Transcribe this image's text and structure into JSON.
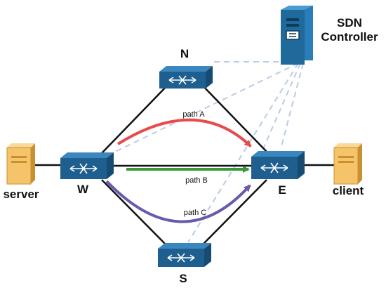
{
  "controller": {
    "line1": "SDN",
    "line2": "Controller",
    "icon": "server-tower-icon"
  },
  "nodes": {
    "north": "N",
    "west": "W",
    "east": "E",
    "south": "S"
  },
  "hosts": {
    "server": "server",
    "client": "client"
  },
  "paths": {
    "a": "path A",
    "b": "path B",
    "c": "path C"
  },
  "colors": {
    "switch_fill": "#1f5f8f",
    "switch_top": "#3a86bf",
    "controller_fill": "#1f6a9a",
    "dashed_link": "#b9cce6",
    "link": "#111111",
    "host_fill": "#f5c46a",
    "path_a": "#e84b4b",
    "path_b": "#3b9a3e",
    "path_c": "#6a5aad"
  }
}
